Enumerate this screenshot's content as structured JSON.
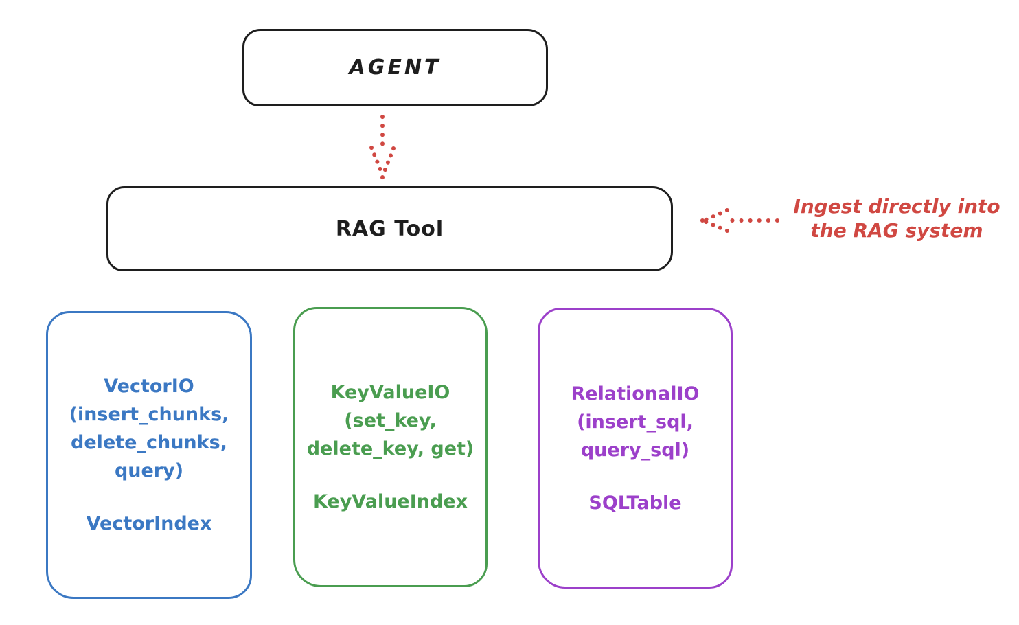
{
  "diagram": {
    "title_hint": "RAG Tool architecture sketch",
    "agent_box": {
      "label": "AGENT"
    },
    "rag_tool_box": {
      "label": "RAG Tool"
    },
    "annotation": {
      "line1": "Ingest directly into",
      "line2": "the RAG system"
    },
    "backend_boxes": [
      {
        "id": "vector-io",
        "lines": [
          "VectorIO",
          "(insert_chunks,",
          "delete_chunks,",
          "query)"
        ],
        "index_label": "VectorIndex",
        "color": "#3b78c3"
      },
      {
        "id": "keyvalue-io",
        "lines": [
          "KeyValueIO",
          "(set_key,",
          "delete_key, get)"
        ],
        "index_label": "KeyValueIndex",
        "color": "#4a9d50"
      },
      {
        "id": "relational-io",
        "lines": [
          "RelationalIO",
          "(insert_sql,",
          "query_sql)"
        ],
        "index_label": "SQLTable",
        "color": "#9c40ca"
      }
    ],
    "colors": {
      "box_border": "#1e1e1e",
      "arrow_and_annotation": "#d04842",
      "background": "#ffffff"
    },
    "arrows": [
      {
        "name": "agent-to-ragtool",
        "style": "dotted",
        "direction": "down"
      },
      {
        "name": "annotation-to-ragtool",
        "style": "dotted",
        "direction": "left"
      }
    ]
  }
}
